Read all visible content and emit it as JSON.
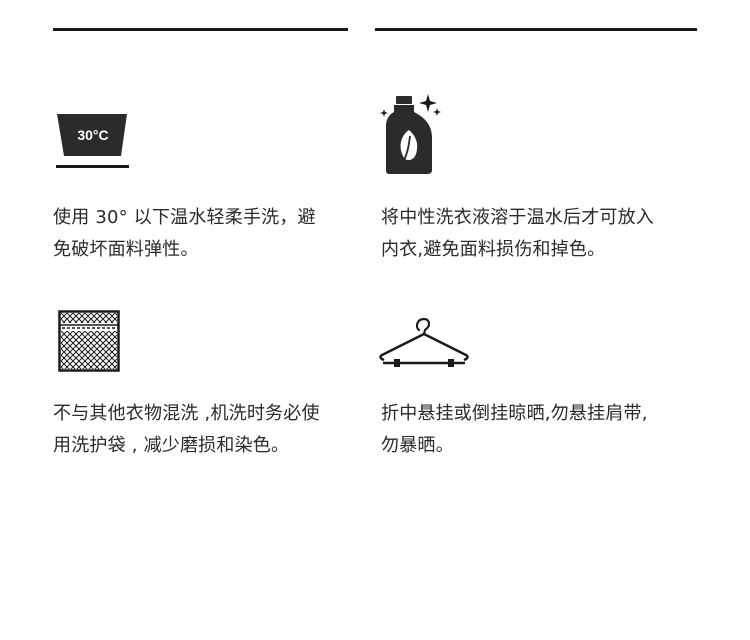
{
  "care_instructions": [
    {
      "icon": "wash-tub-30c-icon",
      "icon_label": "30°C",
      "lines": [
        "使用 30° 以下温水轻柔手洗，避",
        "免破坏面料弹性。"
      ]
    },
    {
      "icon": "detergent-bottle-icon",
      "lines": [
        "将中性洗衣液溶于温水后才可放入",
        "内衣,避免面料损伤和掉色。"
      ]
    },
    {
      "icon": "mesh-laundry-bag-icon",
      "lines": [
        "不与其他衣物混洗 ,机洗时务必使",
        "用洗护袋 , 减少磨损和染色。"
      ]
    },
    {
      "icon": "clothes-hanger-icon",
      "lines": [
        "折中悬挂或倒挂晾晒,勿悬挂肩带,",
        "勿暴晒。"
      ]
    }
  ],
  "colors": {
    "ink": "#1a1a1a",
    "text": "#2a2a2a",
    "background": "#ffffff"
  }
}
